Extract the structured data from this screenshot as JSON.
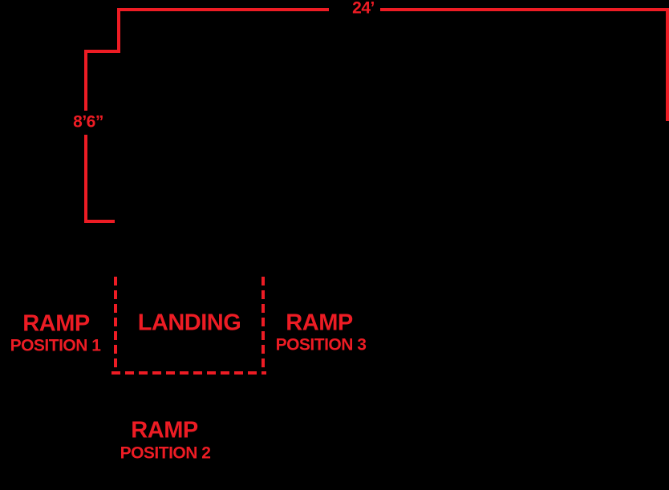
{
  "diagram": {
    "background_color": "#000000",
    "accent_color": "#ED1C24",
    "dimensions": {
      "width_label": "24’",
      "height_label": "8’6”"
    },
    "landing": {
      "label": "LANDING"
    },
    "ramp_positions": [
      {
        "name": "RAMP",
        "position": "POSITION 1"
      },
      {
        "name": "RAMP",
        "position": "POSITION 2"
      },
      {
        "name": "RAMP",
        "position": "POSITION 3"
      }
    ]
  }
}
